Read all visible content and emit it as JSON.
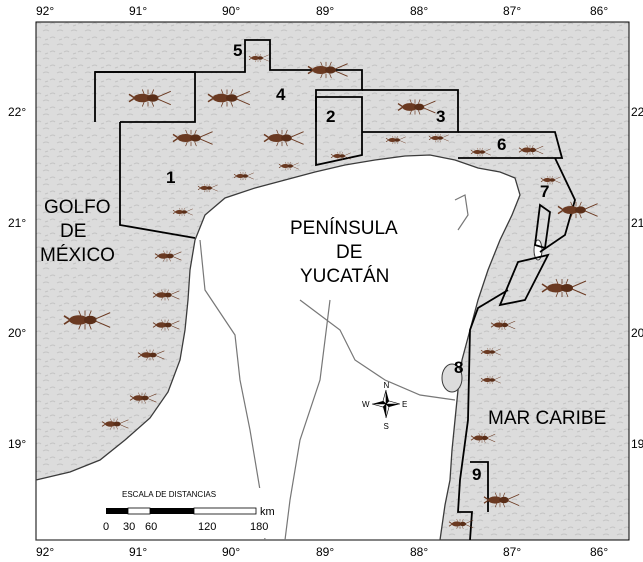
{
  "colors": {
    "sea": "#dcdcdc",
    "sea_texture": "#c9c9c9",
    "land": "#ffffff",
    "coast": "#3b3b3b",
    "border": "#777777",
    "zone_line": "#000000",
    "lobster": "#6b3a22"
  },
  "longitude_ticks": [
    "92°",
    "91°",
    "90°",
    "89°",
    "88°",
    "87°",
    "86°"
  ],
  "latitude_ticks": [
    "22°",
    "21°",
    "20°",
    "19°"
  ],
  "zones": [
    "1",
    "2",
    "3",
    "4",
    "5",
    "6",
    "7",
    "8",
    "9"
  ],
  "places": {
    "gulf": [
      "GOLFO",
      "DE",
      "MÉXICO"
    ],
    "peninsula": [
      "PENÍNSULA",
      "DE",
      "YUCATÁN"
    ],
    "caribbean": "MAR CARIBE"
  },
  "compass": {
    "n": "N",
    "s": "S",
    "e": "E",
    "w": "W"
  },
  "scale_bar": {
    "title": "ESCALA DE DISTANCIAS",
    "unit": "km",
    "labels": [
      "0",
      "30",
      "60",
      "120",
      "180"
    ]
  },
  "icons": {
    "lobster": "lobster-icon",
    "compass": "compass-rose-icon"
  }
}
